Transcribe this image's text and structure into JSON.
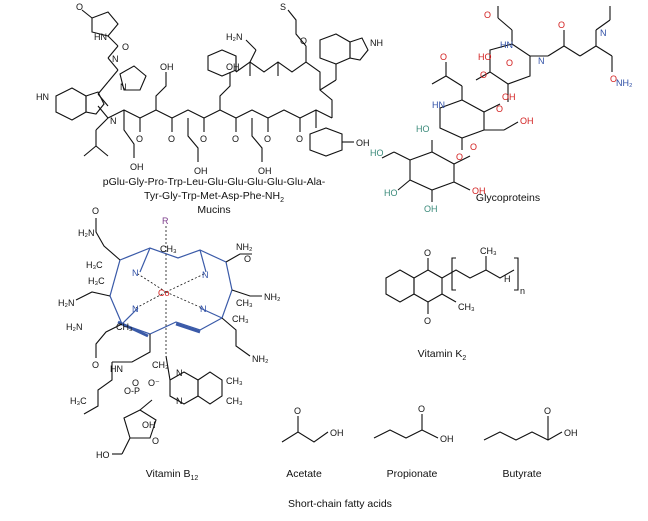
{
  "mucins": {
    "sequence_line1": "pGlu-Gly-Pro-Trp-Leu-Glu-Glu-Glu-Glu-Glu-Ala-",
    "sequence_line2": "Tyr-Gly-Trp-Met-Asp-Phe-NH",
    "sequence_line2_sub": "2",
    "name": "Mucins"
  },
  "glycoproteins": {
    "name": "Glycoproteins"
  },
  "vitamin_b12": {
    "name": "Vitamin B",
    "sub": "12",
    "axial_ligand": "R",
    "metal": "Co"
  },
  "vitamin_k2": {
    "name": "Vitamin K",
    "sub": "2",
    "repeat_index": "n"
  },
  "scfa": {
    "acetate": "Acetate",
    "propionate": "Propionate",
    "butyrate": "Butyrate",
    "group_label": "Short-chain fatty acids"
  },
  "colors": {
    "oxygen": "#d21f1f",
    "nitrogen": "#2f4fa6",
    "hydroxyl_teal": "#3a8a7a",
    "corrin_blue": "#3a5aa8"
  }
}
